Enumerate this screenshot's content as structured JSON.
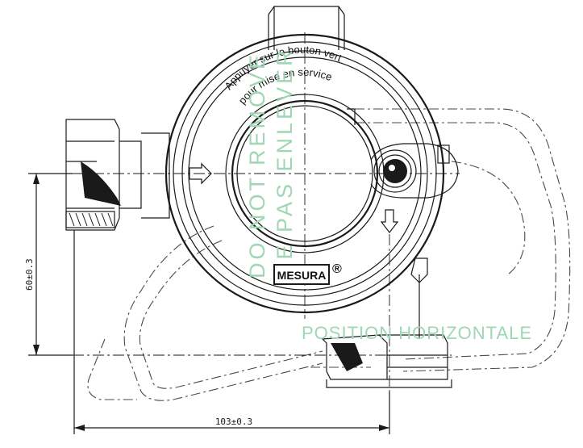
{
  "drawing": {
    "curved_text": "Appuyer sur le bouton vert pour mise en service",
    "curved_text_line1": "Appuyer sur le bouton vert",
    "curved_text_line2": "pour mise en service",
    "warning_line1": "DO NOT REMOVE",
    "warning_line2": "NE PAS ENLEVER",
    "brand": "MESURA",
    "registered": "®",
    "position_note": "POSITION HORIZONTALE",
    "dim_vertical": "60±0.3",
    "dim_horizontal": "103±0.3",
    "colors": {
      "line": "#1a1a1a",
      "green_text": "#9fd6b4",
      "background": "#ffffff"
    }
  }
}
